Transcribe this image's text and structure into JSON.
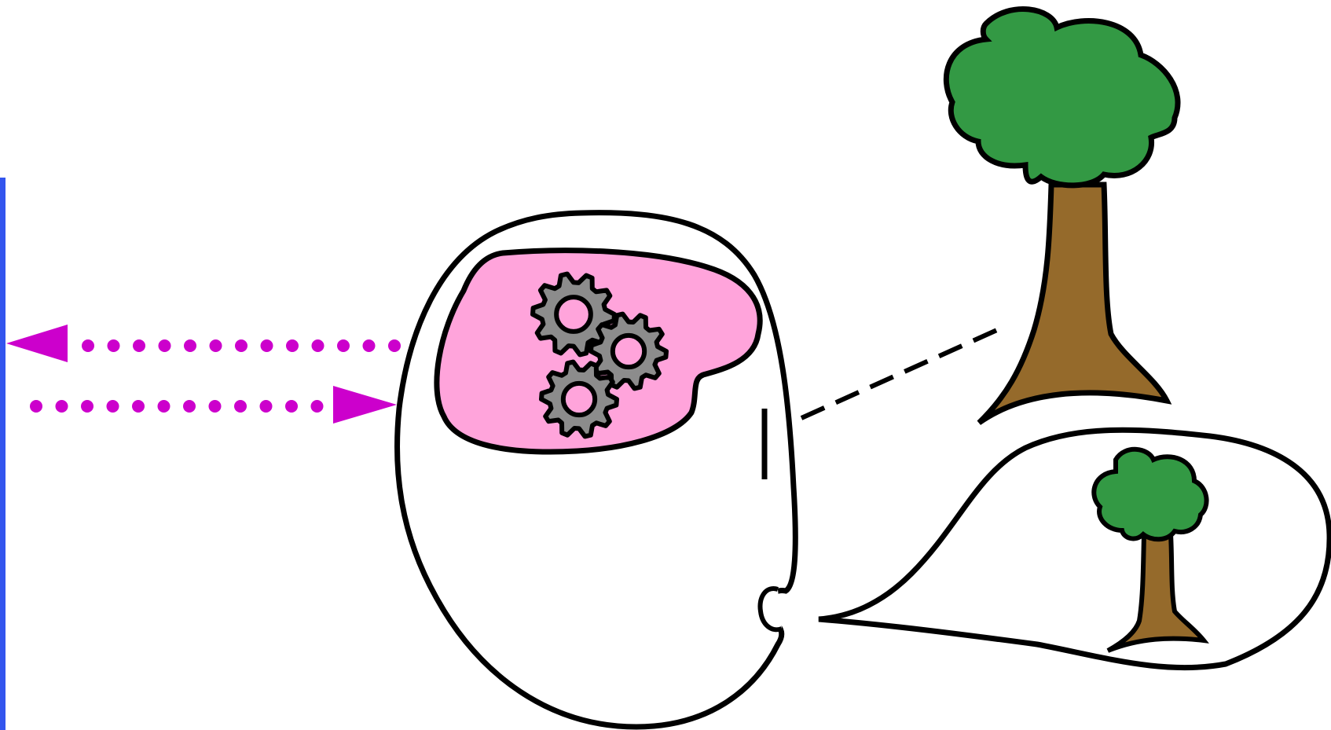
{
  "colors": {
    "background": "#ffffff",
    "outline": "#000000",
    "brain": "#ffa4db",
    "gear_fill": "#8c8c8c",
    "gear_hole": "#ffa4db",
    "foliage": "#339944",
    "trunk": "#956a2b",
    "arrow": "#cc00cc",
    "left_bar": "#3355ee"
  },
  "icons": [
    "head-outline-icon",
    "brain-icon",
    "gear-icon",
    "tree-icon",
    "thought-bubble-icon",
    "eye-icon",
    "ear-icon",
    "dotted-arrow-left-icon",
    "dotted-arrow-right-icon"
  ],
  "gears": [
    {
      "name": "gear-icon-top"
    },
    {
      "name": "gear-icon-right"
    },
    {
      "name": "gear-icon-bottom"
    }
  ]
}
